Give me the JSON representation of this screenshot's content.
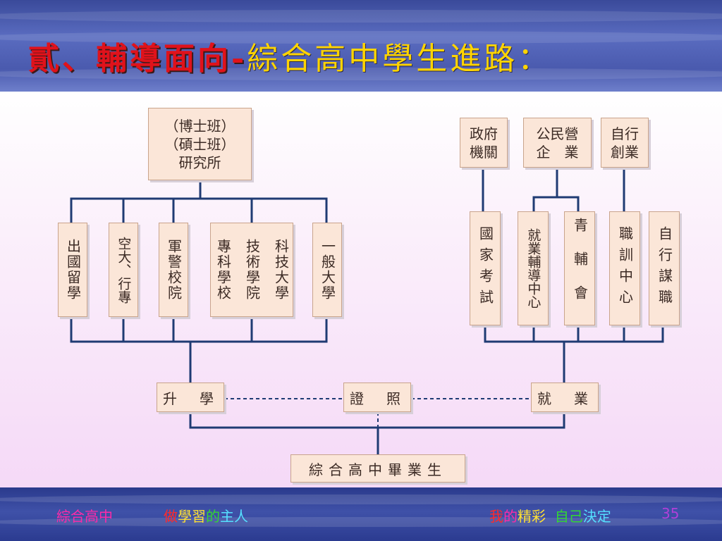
{
  "title": {
    "part1": "貳、輔導面向-",
    "part2": "綜合高中學生進路："
  },
  "boxes": {
    "grad": "（博士班）\n（碩士班）\n研究所",
    "abroad": "出國留學",
    "open_univ": "空大、行專",
    "military": "軍警校院",
    "college": "專科學校",
    "tech_college": "技術學院",
    "tech_univ": "科技大學",
    "general_univ": "一般大學",
    "gov": "政府\n機關",
    "enterprise": "公民營\n企　業",
    "startup": "自行\n創業",
    "exam": "國家考試",
    "career_center": "就業輔導中心",
    "youth": "青輔會",
    "training": "職訓中心",
    "job_search": "自行謀職",
    "further_study": "升　學",
    "license": "證　照",
    "employment": "就　業",
    "graduate": "綜合高中畢業生"
  },
  "footer": {
    "left": "綜合高中",
    "slogan": [
      {
        "text": "做",
        "color": "#ff2a2a"
      },
      {
        "text": "學習",
        "color": "#ffe033"
      },
      {
        "text": "的",
        "color": "#33d633"
      },
      {
        "text": "主人",
        "color": "#55e0ff"
      }
    ],
    "right": [
      {
        "text": "我",
        "color": "#ff2a2a"
      },
      {
        "text": "的",
        "color": "#ff2aa8"
      },
      {
        "text": "精彩",
        "color": "#ffe033"
      },
      {
        "text": "  ",
        "color": "#ffffff"
      },
      {
        "text": "自己",
        "color": "#33d633"
      },
      {
        "text": "決定",
        "color": "#55e0ff"
      }
    ],
    "page_number": "35"
  },
  "colors": {
    "line": "#1f3b73",
    "box_fill": "#fbe6d8",
    "title_red": "#e0121b",
    "title_yellow": "#ffd400"
  }
}
